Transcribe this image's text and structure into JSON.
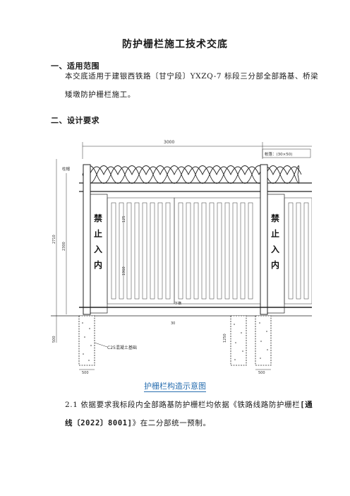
{
  "document": {
    "title": "防护栅栏施工技术交底",
    "section1": {
      "heading": "一、适用范围",
      "text": "本交底适用于建银西铁路〔甘宁段〕YXZQ-7 标段三分部全部路基、桥梁矮墩防护栅栏施工。"
    },
    "section2": {
      "heading": "二、设计要求",
      "caption": "护栅栏构造示意图",
      "para_prefix": "2.1  依据要求我标段内全部路基防护栅栏均依据《铁路线路防护栅栏",
      "para_bold": "[通线〔2022〕8001]",
      "para_suffix": "》在二分部统一预制。"
    }
  },
  "figure": {
    "dim_top": "3000",
    "label_post": "柱帽",
    "label_top_bar": "帐篷：(30×50)",
    "label_sign_left": [
      "禁",
      "止",
      "入",
      "内"
    ],
    "label_sign_right": [
      "禁",
      "止",
      "入",
      "内"
    ],
    "label_panel_h1": "125",
    "label_panel_h2": "1960",
    "label_dim_left1": "2710",
    "label_dim_left2": "2300",
    "label_dim_left3": "500",
    "label_lower": "下横",
    "label_footing": "C25混凝土基础",
    "label_dim_b1": "500",
    "label_dim_b2": "500",
    "label_dim_b3": "1250",
    "label_mid": "30"
  }
}
